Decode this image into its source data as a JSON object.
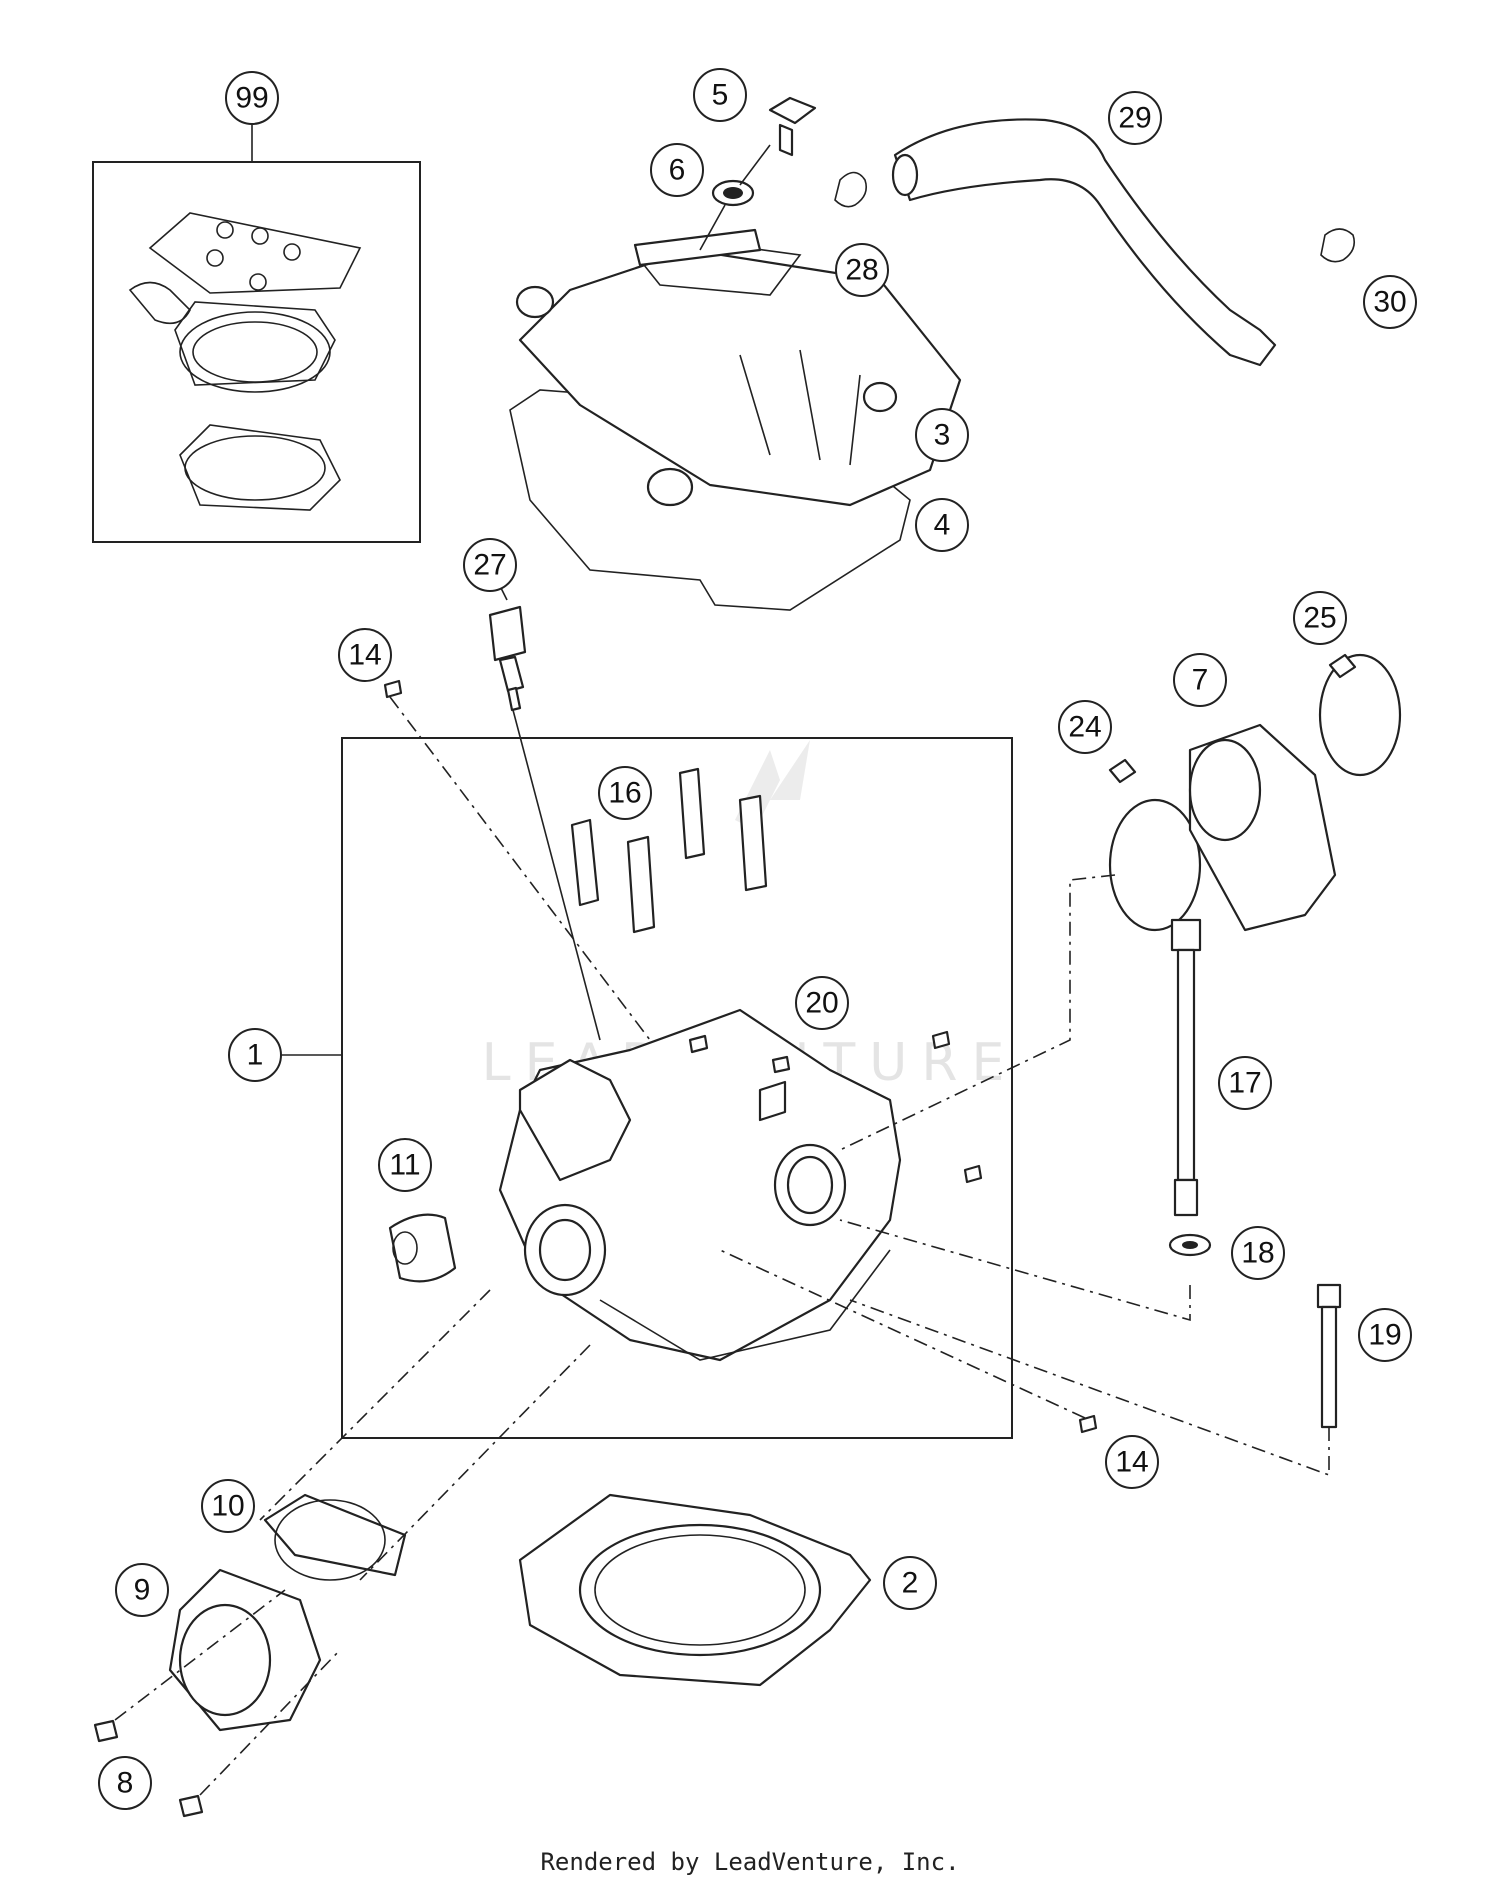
{
  "watermark_text": "LEADVENTURE",
  "footer_text": "Rendered by LeadVenture, Inc.",
  "callouts": [
    "99",
    "5",
    "6",
    "29",
    "28",
    "30",
    "3",
    "4",
    "27",
    "14",
    "25",
    "7",
    "24",
    "16",
    "20",
    "1",
    "17",
    "11",
    "18",
    "19",
    "14",
    "10",
    "2",
    "9",
    "8"
  ]
}
